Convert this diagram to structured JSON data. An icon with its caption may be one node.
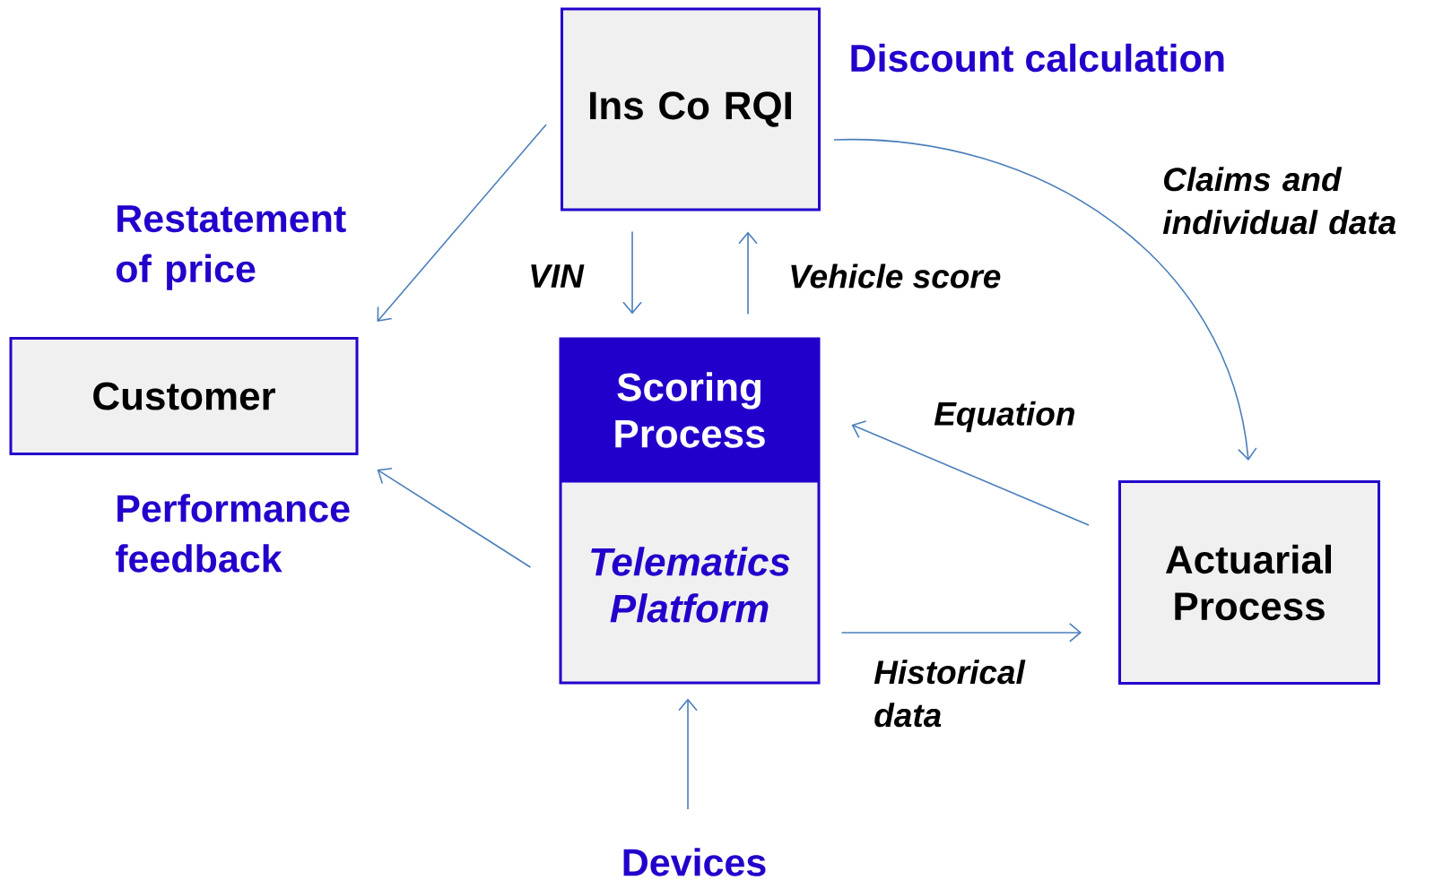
{
  "diagram": {
    "nodes": [
      {
        "text": [
          "Ins Co RQI"
        ],
        "beside": [
          "Discount calculation"
        ]
      },
      {
        "text": [
          "Customer"
        ]
      },
      {
        "text": [
          "Scoring Process",
          "Telematics Platform"
        ]
      },
      {
        "text": [
          "Actuarial Process"
        ]
      },
      {
        "text": [
          "Devices"
        ]
      }
    ],
    "edges": [
      {
        "from": 0,
        "to": 1,
        "arrow": "to",
        "label": "Restatement of price"
      },
      {
        "from": 0,
        "to": 2,
        "arrow": "to",
        "label": "VIN"
      },
      {
        "from": 2,
        "to": 0,
        "arrow": "to",
        "label": "Vehicle score"
      },
      {
        "from": 0,
        "to": 3,
        "arrow": "to",
        "label": "Claims and individual data"
      },
      {
        "from": 3,
        "to": 2,
        "arrow": "to",
        "label": "Equation"
      },
      {
        "from": 2,
        "to": 1,
        "arrow": "to",
        "label": "Performance feedback"
      },
      {
        "from": 2,
        "to": 3,
        "arrow": "to",
        "label": "Historical data"
      },
      {
        "from": 4,
        "to": 2,
        "arrow": "to"
      }
    ]
  }
}
